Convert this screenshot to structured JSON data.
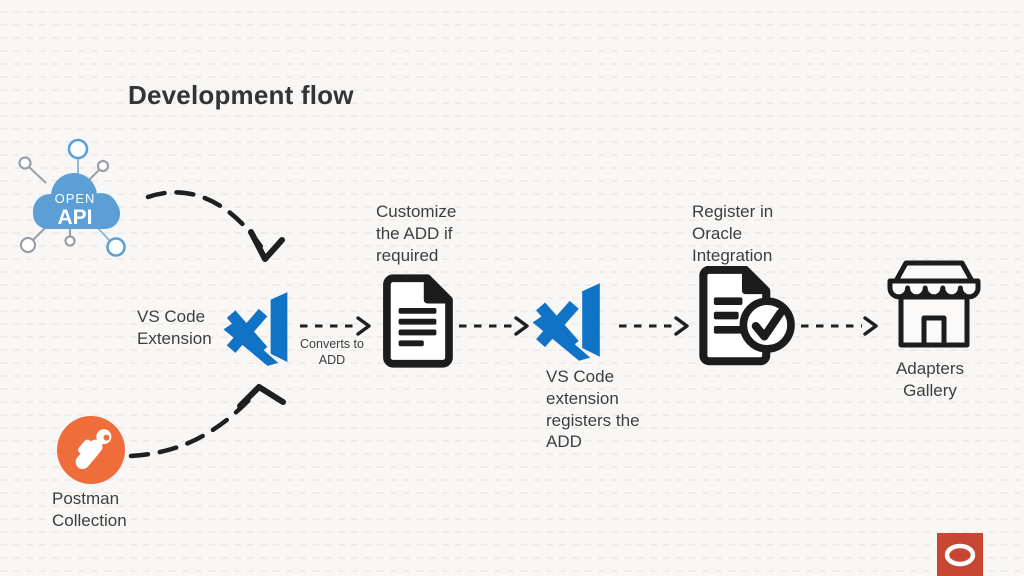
{
  "slide": {
    "title": "Development flow"
  },
  "colors": {
    "background": "#f8f7f5",
    "title_text": "#343434",
    "label_text": "#3e3e3e",
    "arrow": "#1f1f1f",
    "icon_stroke": "#1c1c1c",
    "openapi_blue": "#5c9fd6",
    "openapi_node_gray": "#9aa0a6",
    "vscode_blue": "#1173c5",
    "postman_orange": "#ef6c3b",
    "oracle_red": "#c74634"
  },
  "nodes": [
    {
      "id": "openapi",
      "icon": "openapi-cloud-icon",
      "text_top": "OPEN",
      "text_bottom": "API"
    },
    {
      "id": "postman",
      "icon": "postman-icon",
      "label": "Postman Collection"
    },
    {
      "id": "vscode-extension",
      "icon": "vscode-icon",
      "label": "VS Code Extension"
    },
    {
      "id": "add-document",
      "icon": "document-icon",
      "label": "Customize the ADD if required"
    },
    {
      "id": "vscode-register",
      "icon": "vscode-icon",
      "label": "VS Code extension registers the ADD"
    },
    {
      "id": "oracle-registration",
      "icon": "document-check-icon",
      "label": "Register in Oracle Integration"
    },
    {
      "id": "adapters-gallery",
      "icon": "storefront-icon",
      "label": "Adapters Gallery"
    }
  ],
  "edges": [
    {
      "from": "openapi",
      "to": "vscode-extension",
      "style": "curved-dashed",
      "label": ""
    },
    {
      "from": "postman",
      "to": "vscode-extension",
      "style": "curved-dashed",
      "label": ""
    },
    {
      "from": "vscode-extension",
      "to": "add-document",
      "style": "dashed",
      "label": "Converts to ADD"
    },
    {
      "from": "add-document",
      "to": "vscode-register",
      "style": "dashed",
      "label": ""
    },
    {
      "from": "vscode-register",
      "to": "oracle-registration",
      "style": "dashed",
      "label": ""
    },
    {
      "from": "oracle-registration",
      "to": "adapters-gallery",
      "style": "dashed",
      "label": ""
    }
  ]
}
